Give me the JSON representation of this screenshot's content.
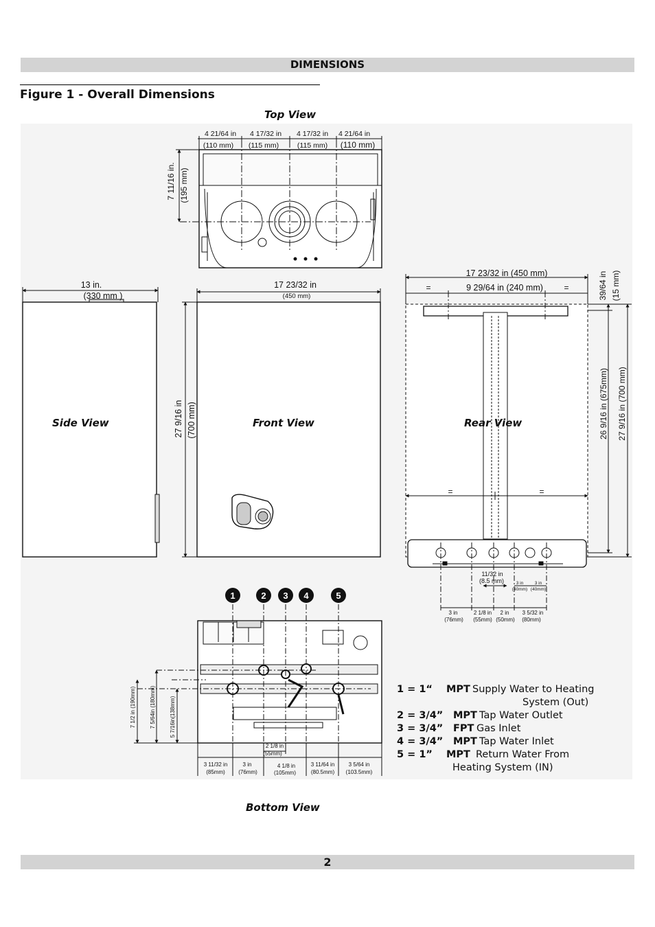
{
  "header": {
    "title": "DIMENSIONS"
  },
  "figure": {
    "title": "Figure 1  - Overall Dimensions"
  },
  "views": {
    "top": "Top View",
    "side": "Side View",
    "front": "Front View",
    "rear": "Rear View",
    "bottom": "Bottom View"
  },
  "top_view_dims": {
    "w1_in": "4  21/64 in",
    "w1_mm": "(110 mm)",
    "w2_in": "4  17/32 in",
    "w2_mm": "(115 mm)",
    "w3_in": "4  17/32 in",
    "w3_mm": "(115 mm)",
    "w4_in": "4  21/64 in",
    "w4_mm": "(110 mm)",
    "depth_in": "7  11/16 in.",
    "depth_mm": "(195 mm)"
  },
  "side_view_dims": {
    "width_in": "13 in.",
    "width_mm": "(330 mm )"
  },
  "front_view_dims": {
    "width_in": "17 23/32 in",
    "width_mm": "(450 mm)",
    "height_in": "27  9/16 in",
    "height_mm": "(700 mm)"
  },
  "rear_view_dims": {
    "width": "17 23/32 in (450 mm)",
    "center": "9  29/64 in (240 mm)",
    "eq": "=",
    "top_offset_in": "39/64 in",
    "top_offset_mm": "(15 mm)",
    "mount_height": "26 9/16 in (675mm)",
    "total_height": "27 9/16 in (700 mm)",
    "pipe_dia_in": "11/32 in",
    "pipe_dia_mm": "(8.5 mm)",
    "gap1_in": "3 in",
    "gap1_mm": "(40mm)",
    "gap2_in": "3 in",
    "gap2_mm": "(40mm)",
    "s1_in": "3 in",
    "s1_mm": "(76mm)",
    "s2_in": "2 1/8 in",
    "s2_mm": "(55mm)",
    "s3_in": "2 in",
    "s3_mm": "(50mm)",
    "s4_in": "3 5/32 in",
    "s4_mm": "(80mm)"
  },
  "bottom_view_dims": {
    "markers": [
      "1",
      "2",
      "3",
      "4",
      "5"
    ],
    "h1": "7 1/2 in (190mm)",
    "h2": "7 5/64in (180mm)",
    "h3": "5 7/16in(138mm)",
    "gas_in": "2 1/8 in",
    "gas_mm": "(55mm)",
    "b1_in": "3 11/32 in",
    "b1_mm": "(85mm)",
    "b2_in": "3 in",
    "b2_mm": "(76mm)",
    "b3_in": "4 1/8 in",
    "b3_mm": "(105mm)",
    "b4_in": "3 11/64 in",
    "b4_mm": "(80.5mm)",
    "b5_in": "3 5/64 in",
    "b5_mm": "(103.5mm)"
  },
  "legend": [
    {
      "key": "1 =  1“",
      "type": "MPT",
      "desc": "Supply Water to Heating",
      "cont": "System (Out)"
    },
    {
      "key": "2 =  3/4”",
      "type": "MPT",
      "desc": "Tap Water Outlet"
    },
    {
      "key": "3 =  3/4”",
      "type": "FPT",
      "desc": "Gas Inlet"
    },
    {
      "key": "4 =  3/4”",
      "type": "MPT",
      "desc": "Tap Water Inlet"
    },
    {
      "key": "5 =  1”",
      "type": "MPT",
      "desc": "Return Water From",
      "cont": "Heating System (IN)"
    }
  ],
  "footer": {
    "page_number": "2"
  }
}
